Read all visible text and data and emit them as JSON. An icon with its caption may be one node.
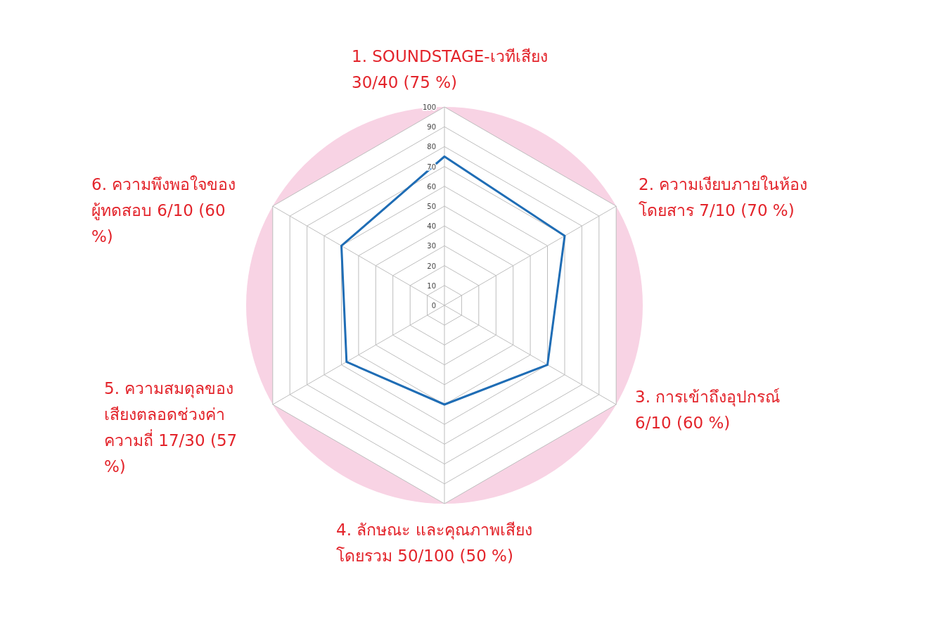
{
  "diagram": {
    "labels": [
      "1. SOUNDSTAGE-เวทีเสียง 30/40 (75 %)",
      "100",
      "90",
      "80",
      "70",
      "6. ความพึงพอใจของผู้ทดสอบ 6/10 (60 %)",
      "2. ความเงียบภายในห้องโดยสาร 7/10 (70 %)",
      "60",
      "50",
      "40",
      "30",
      "20",
      "10",
      "0",
      "5. ความสมดุลของเสียงตลอดช่วงค่าความถี่ 17/30 (57 %)",
      "3. การเข้าถึงอุปกรณ์ 6/10 (60 %)",
      "4. ลักษณะ และคุณภาพเสียงโดยรวม 50/100 (50 %)"
    ]
  }
}
